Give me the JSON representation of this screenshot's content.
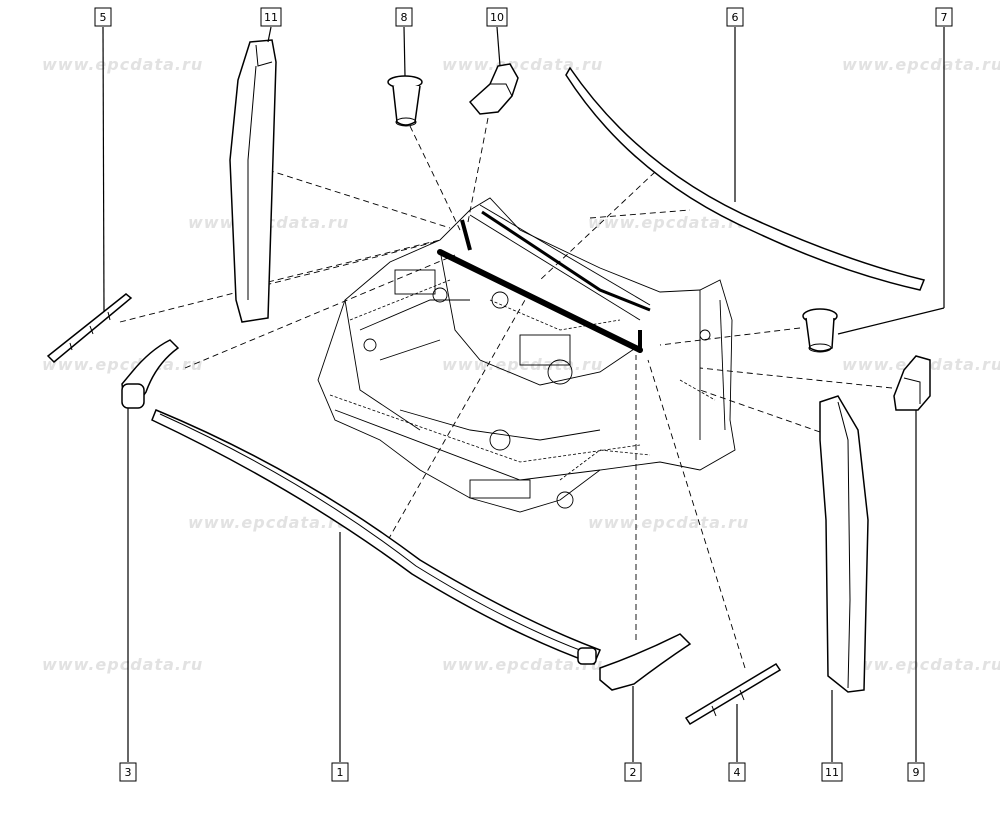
{
  "watermark": "www.epcdata.ru",
  "callouts": {
    "c5": "5",
    "c11a": "11",
    "c8": "8",
    "c10": "10",
    "c6": "6",
    "c7": "7",
    "c3": "3",
    "c1": "1",
    "c2": "2",
    "c4": "4",
    "c11b": "11",
    "c9": "9"
  }
}
